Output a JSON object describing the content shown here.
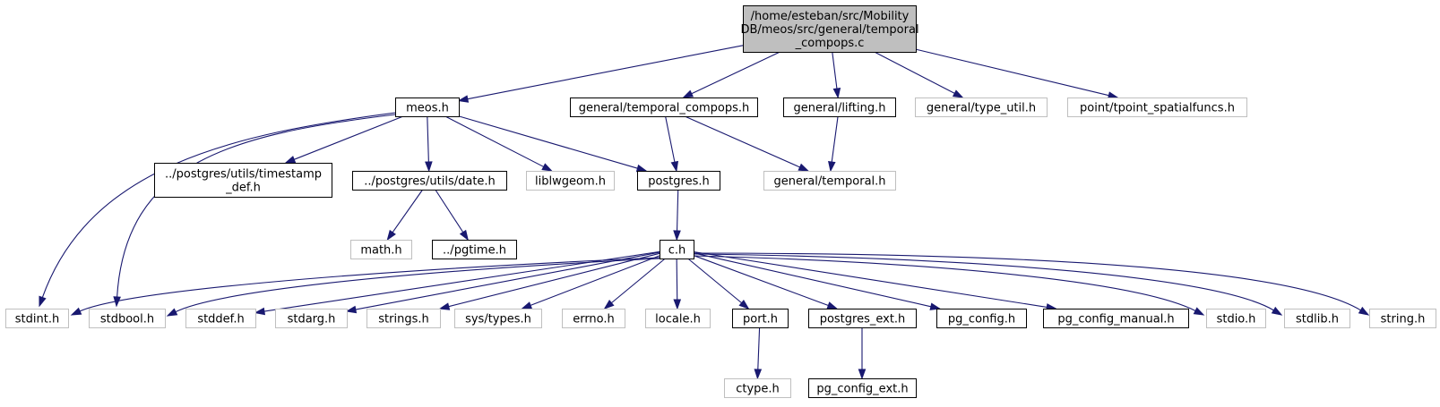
{
  "colors": {
    "edge": "#191970",
    "root_fill": "#bfbfbf",
    "root_border": "#000000",
    "documented_border": "#000000",
    "external_border": "#bfbfbf",
    "text": "#000000"
  },
  "nodes": [
    {
      "id": "root",
      "lines": [
        "/home/esteban/src/Mobility",
        "DB/meos/src/general/temporal",
        "_compops.c"
      ],
      "kind": "root"
    },
    {
      "id": "meos_h",
      "lines": [
        "meos.h"
      ],
      "kind": "documented"
    },
    {
      "id": "general_temporal_compops_h",
      "lines": [
        "general/temporal_compops.h"
      ],
      "kind": "documented"
    },
    {
      "id": "general_lifting_h",
      "lines": [
        "general/lifting.h"
      ],
      "kind": "documented"
    },
    {
      "id": "general_type_util_h",
      "lines": [
        "general/type_util.h"
      ],
      "kind": "external"
    },
    {
      "id": "point_tpoint_spatialfuncs_h",
      "lines": [
        "point/tpoint_spatialfuncs.h"
      ],
      "kind": "external"
    },
    {
      "id": "timestamp_def_h",
      "lines": [
        "../postgres/utils/timestamp",
        "_def.h"
      ],
      "kind": "documented"
    },
    {
      "id": "date_h",
      "lines": [
        "../postgres/utils/date.h"
      ],
      "kind": "documented"
    },
    {
      "id": "liblwgeom_h",
      "lines": [
        "liblwgeom.h"
      ],
      "kind": "external"
    },
    {
      "id": "postgres_h",
      "lines": [
        "postgres.h"
      ],
      "kind": "documented"
    },
    {
      "id": "general_temporal_h",
      "lines": [
        "general/temporal.h"
      ],
      "kind": "external"
    },
    {
      "id": "math_h",
      "lines": [
        "math.h"
      ],
      "kind": "external"
    },
    {
      "id": "pgtime_h",
      "lines": [
        "../pgtime.h"
      ],
      "kind": "documented"
    },
    {
      "id": "c_h",
      "lines": [
        "c.h"
      ],
      "kind": "documented"
    },
    {
      "id": "stdint_h",
      "lines": [
        "stdint.h"
      ],
      "kind": "external"
    },
    {
      "id": "stdbool_h",
      "lines": [
        "stdbool.h"
      ],
      "kind": "external"
    },
    {
      "id": "stddef_h",
      "lines": [
        "stddef.h"
      ],
      "kind": "external"
    },
    {
      "id": "stdarg_h",
      "lines": [
        "stdarg.h"
      ],
      "kind": "external"
    },
    {
      "id": "strings_h",
      "lines": [
        "strings.h"
      ],
      "kind": "external"
    },
    {
      "id": "sys_types_h",
      "lines": [
        "sys/types.h"
      ],
      "kind": "external"
    },
    {
      "id": "errno_h",
      "lines": [
        "errno.h"
      ],
      "kind": "external"
    },
    {
      "id": "locale_h",
      "lines": [
        "locale.h"
      ],
      "kind": "external"
    },
    {
      "id": "port_h",
      "lines": [
        "port.h"
      ],
      "kind": "documented"
    },
    {
      "id": "postgres_ext_h",
      "lines": [
        "postgres_ext.h"
      ],
      "kind": "documented"
    },
    {
      "id": "pg_config_h",
      "lines": [
        "pg_config.h"
      ],
      "kind": "documented"
    },
    {
      "id": "pg_config_manual_h",
      "lines": [
        "pg_config_manual.h"
      ],
      "kind": "documented"
    },
    {
      "id": "stdio_h",
      "lines": [
        "stdio.h"
      ],
      "kind": "external"
    },
    {
      "id": "stdlib_h",
      "lines": [
        "stdlib.h"
      ],
      "kind": "external"
    },
    {
      "id": "string_h",
      "lines": [
        "string.h"
      ],
      "kind": "external"
    },
    {
      "id": "ctype_h",
      "lines": [
        "ctype.h"
      ],
      "kind": "external"
    },
    {
      "id": "pg_config_ext_h",
      "lines": [
        "pg_config_ext.h"
      ],
      "kind": "documented"
    }
  ],
  "edges": [
    {
      "from": "root",
      "to": "meos_h"
    },
    {
      "from": "root",
      "to": "general_temporal_compops_h"
    },
    {
      "from": "root",
      "to": "general_lifting_h"
    },
    {
      "from": "root",
      "to": "general_type_util_h"
    },
    {
      "from": "root",
      "to": "point_tpoint_spatialfuncs_h"
    },
    {
      "from": "meos_h",
      "to": "stdint_h"
    },
    {
      "from": "meos_h",
      "to": "stdbool_h"
    },
    {
      "from": "meos_h",
      "to": "timestamp_def_h"
    },
    {
      "from": "meos_h",
      "to": "date_h"
    },
    {
      "from": "meos_h",
      "to": "liblwgeom_h"
    },
    {
      "from": "meos_h",
      "to": "postgres_h"
    },
    {
      "from": "general_temporal_compops_h",
      "to": "postgres_h"
    },
    {
      "from": "general_temporal_compops_h",
      "to": "general_temporal_h"
    },
    {
      "from": "general_lifting_h",
      "to": "general_temporal_h"
    },
    {
      "from": "date_h",
      "to": "math_h"
    },
    {
      "from": "date_h",
      "to": "pgtime_h"
    },
    {
      "from": "postgres_h",
      "to": "c_h"
    },
    {
      "from": "c_h",
      "to": "stdint_h"
    },
    {
      "from": "c_h",
      "to": "stdbool_h"
    },
    {
      "from": "c_h",
      "to": "stddef_h"
    },
    {
      "from": "c_h",
      "to": "stdarg_h"
    },
    {
      "from": "c_h",
      "to": "strings_h"
    },
    {
      "from": "c_h",
      "to": "sys_types_h"
    },
    {
      "from": "c_h",
      "to": "errno_h"
    },
    {
      "from": "c_h",
      "to": "locale_h"
    },
    {
      "from": "c_h",
      "to": "port_h"
    },
    {
      "from": "c_h",
      "to": "postgres_ext_h"
    },
    {
      "from": "c_h",
      "to": "pg_config_h"
    },
    {
      "from": "c_h",
      "to": "pg_config_manual_h"
    },
    {
      "from": "c_h",
      "to": "stdio_h"
    },
    {
      "from": "c_h",
      "to": "stdlib_h"
    },
    {
      "from": "c_h",
      "to": "string_h"
    },
    {
      "from": "port_h",
      "to": "ctype_h"
    },
    {
      "from": "postgres_ext_h",
      "to": "pg_config_ext_h"
    }
  ]
}
